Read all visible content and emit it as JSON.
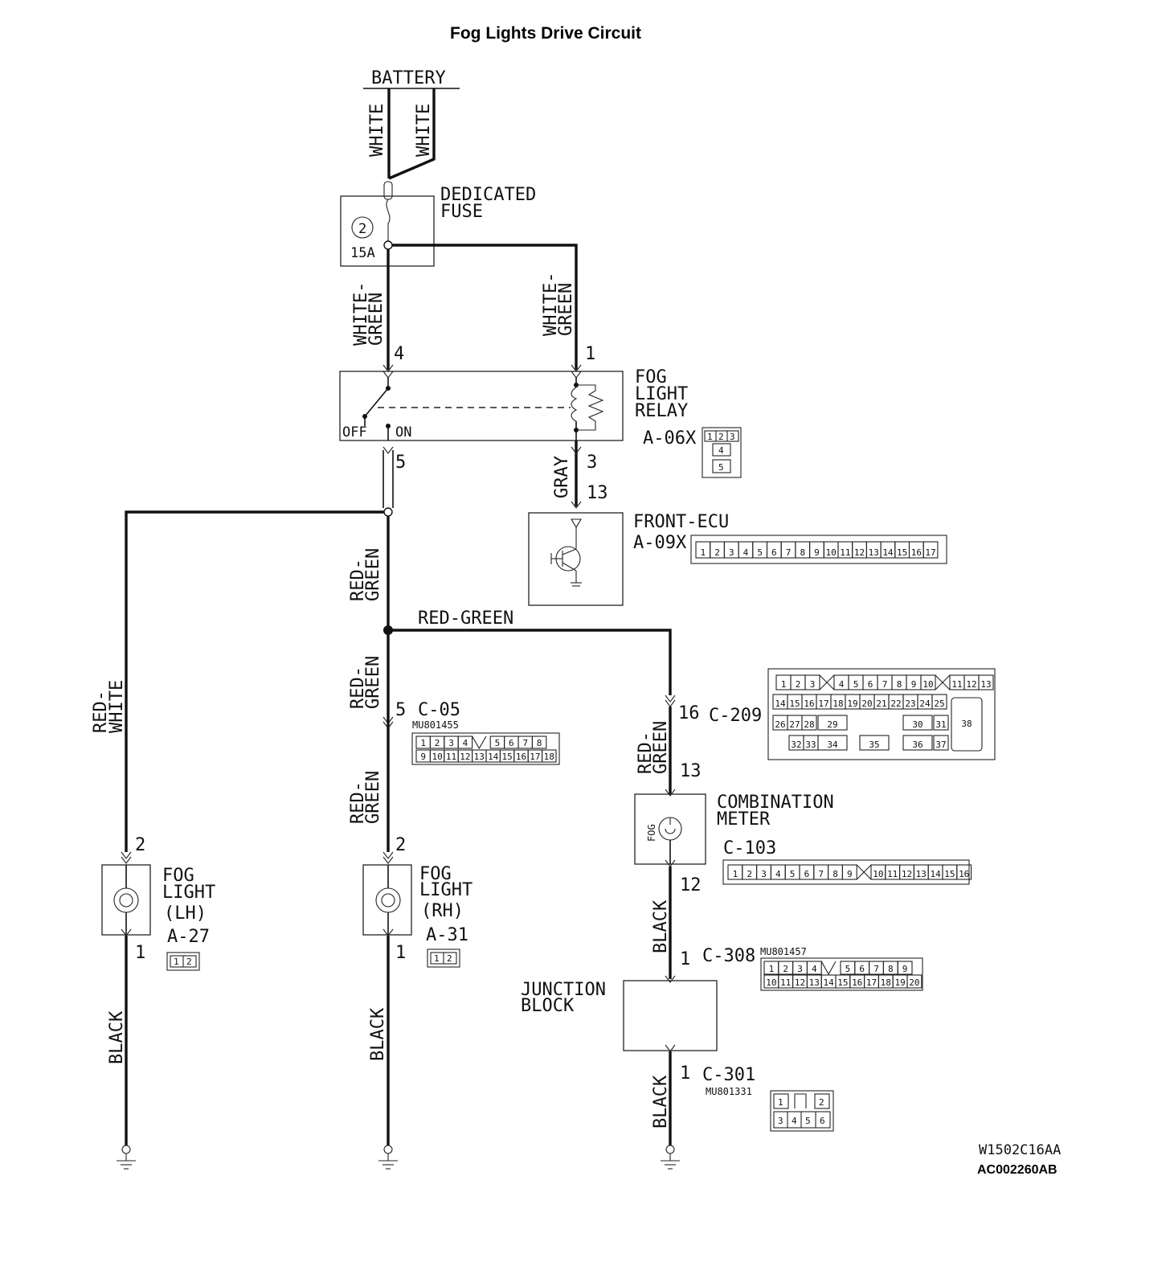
{
  "title": "Fog Lights Drive Circuit",
  "battery": "BATTERY",
  "wires": {
    "white_a": "WHITE",
    "white_b": "WHITE",
    "white_green_a": "WHITE-",
    "white_green_a2": "GREEN",
    "white_green_b": "WHITE-",
    "white_green_b2": "GREEN",
    "gray": "GRAY",
    "red_green_1a": "RED-",
    "red_green_1b": "GREEN",
    "red_green_h": "RED-GREEN",
    "red_green_2a": "RED-",
    "red_green_2b": "GREEN",
    "red_green_3a": "RED-",
    "red_green_3b": "GREEN",
    "red_green_4a": "RED-",
    "red_green_4b": "GREEN",
    "red_white_a": "RED-",
    "red_white_b": "WHITE",
    "black_lh": "BLACK",
    "black_rh": "BLACK",
    "black_c1": "BLACK",
    "black_c2": "BLACK"
  },
  "fuse": {
    "name1": "DEDICATED",
    "name2": "FUSE",
    "number": "2",
    "rating": "15A"
  },
  "relay": {
    "name1": "FOG",
    "name2": "LIGHT",
    "name3": "RELAY",
    "off": "OFF",
    "on": "ON",
    "connector": "A-06X",
    "pins_top": [
      "1",
      "2",
      "3"
    ],
    "pin_mid": "4",
    "pin_bot": "5"
  },
  "front_ecu": {
    "name": "FRONT-ECU",
    "connector": "A-09X",
    "pins": [
      "1",
      "2",
      "3",
      "4",
      "5",
      "6",
      "7",
      "8",
      "9",
      "10",
      "11",
      "12",
      "13",
      "14",
      "15",
      "16",
      "17"
    ]
  },
  "pin_numbers": {
    "p4": "4",
    "p1": "1",
    "p5": "5",
    "p3": "3",
    "p13": "13",
    "c05_pin": "5",
    "c209_pin": "16",
    "cm_in": "13",
    "cm_out": "12",
    "lh_top": "2",
    "lh_bot": "1",
    "rh_top": "2",
    "rh_bot": "1",
    "jb_top": "1",
    "jb_bot": "1"
  },
  "c05": {
    "connector": "C-05",
    "part": "MU801455",
    "row1": [
      "1",
      "2",
      "3",
      "4",
      "5",
      "6",
      "7",
      "8"
    ],
    "row2": [
      "9",
      "10",
      "11",
      "12",
      "13",
      "14",
      "15",
      "16",
      "17",
      "18"
    ]
  },
  "c209": {
    "connector": "C-209",
    "row1": [
      "1",
      "2",
      "3",
      "4",
      "5",
      "6",
      "7",
      "8",
      "9",
      "10",
      "11",
      "12",
      "13"
    ],
    "row2": [
      "14",
      "15",
      "16",
      "17",
      "18",
      "19",
      "20",
      "21",
      "22",
      "23",
      "24",
      "25"
    ],
    "row3": [
      "26",
      "27",
      "28",
      "29",
      "30",
      "31"
    ],
    "row4": [
      "32",
      "33",
      "34",
      "35",
      "36",
      "37"
    ],
    "big": "38"
  },
  "combination_meter": {
    "name1": "COMBINATION",
    "name2": "METER",
    "indicator": "FOG",
    "connector": "C-103",
    "pins": [
      "1",
      "2",
      "3",
      "4",
      "5",
      "6",
      "7",
      "8",
      "9",
      "10",
      "11",
      "12",
      "13",
      "14",
      "15",
      "16"
    ]
  },
  "fog_lh": {
    "name1": "FOG",
    "name2": "LIGHT",
    "name3": "(LH)",
    "connector": "A-27",
    "pins": [
      "1",
      "2"
    ]
  },
  "fog_rh": {
    "name1": "FOG",
    "name2": "LIGHT",
    "name3": "(RH)",
    "connector": "A-31",
    "pins": [
      "1",
      "2"
    ]
  },
  "junction": {
    "name1": "JUNCTION",
    "name2": "BLOCK"
  },
  "c308": {
    "connector": "C-308",
    "part": "MU801457",
    "row1": [
      "1",
      "2",
      "3",
      "4",
      "5",
      "6",
      "7",
      "8",
      "9"
    ],
    "row2": [
      "10",
      "11",
      "12",
      "13",
      "14",
      "15",
      "16",
      "17",
      "18",
      "19",
      "20"
    ]
  },
  "c301": {
    "connector": "C-301",
    "part": "MU801331",
    "row1": [
      "1",
      "2"
    ],
    "row2": [
      "3",
      "4",
      "5",
      "6"
    ]
  },
  "codes": {
    "c1": "W1502C16AA",
    "c2": "AC002260AB"
  }
}
